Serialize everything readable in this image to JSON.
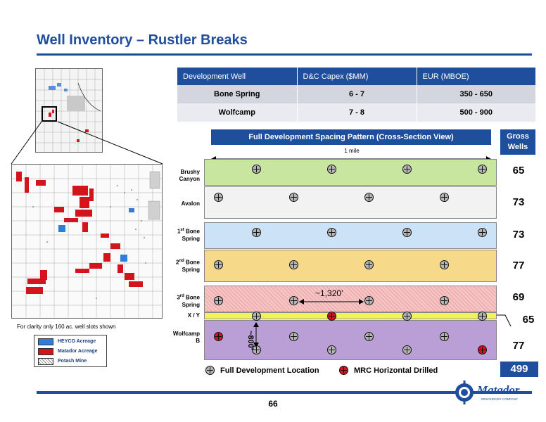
{
  "page": {
    "title": "Well Inventory – Rustler Breaks",
    "page_number": "66"
  },
  "map": {
    "caption": "For clarity only 160 ac. well slots shown",
    "legend": [
      {
        "label": "HEYCO Acreage",
        "color": "#2f7fd8"
      },
      {
        "label": "Matador Acreage",
        "color": "#d4141c"
      },
      {
        "label": "Potash Mine",
        "color": "#cccccc"
      }
    ]
  },
  "capex_table": {
    "headers": [
      "Development Well",
      "D&C Capex ($MM)",
      "EUR (MBOE)"
    ],
    "rows": [
      [
        "Bone Spring",
        "6 - 7",
        "350 - 650"
      ],
      [
        "Wolfcamp",
        "7 - 8",
        "500 - 900"
      ]
    ]
  },
  "spacing": {
    "header": "Full Development Spacing Pattern (Cross-Section View)",
    "gross_header_line1": "Gross",
    "gross_header_line2": "Wells",
    "mile_label": "1 mile",
    "spacing_label": "~1,320’",
    "vertical_label": "~800’",
    "total": "499",
    "colors": {
      "brushy": "#c8e6a0",
      "avalon": "#f2f2f2",
      "bone1": "#cce3f7",
      "bone2": "#f7d98a",
      "bone3": "#f6c4c4",
      "xy": "#f2f25a",
      "wolfcamp": "#b99fd6"
    },
    "layers": [
      {
        "label_prefix": "Brushy",
        "label_sup": "",
        "label_suffix": "Canyon",
        "gross_wells": "65"
      },
      {
        "label_prefix": "Avalon",
        "label_sup": "",
        "label_suffix": "",
        "gross_wells": "73"
      },
      {
        "label_prefix": "1",
        "label_sup": "st",
        "label_suffix": " Bone Spring",
        "gross_wells": "73"
      },
      {
        "label_prefix": "2",
        "label_sup": "nd",
        "label_suffix": " Bone Spring",
        "gross_wells": "77"
      },
      {
        "label_prefix": "3",
        "label_sup": "rd",
        "label_suffix": " Bone Spring",
        "gross_wells": "69"
      },
      {
        "label_prefix": "X / Y",
        "label_sup": "",
        "label_suffix": "",
        "gross_wells": "65"
      },
      {
        "label_prefix": "Wolfcamp",
        "label_sup": "",
        "label_suffix": "B",
        "gross_wells": "77"
      }
    ],
    "legend": {
      "full_development": "Full Development Location",
      "mrc_drilled": "MRC Horizontal Drilled"
    }
  },
  "logo": {
    "text": "Matador",
    "subtext": "RESOURCES COMPANY"
  }
}
